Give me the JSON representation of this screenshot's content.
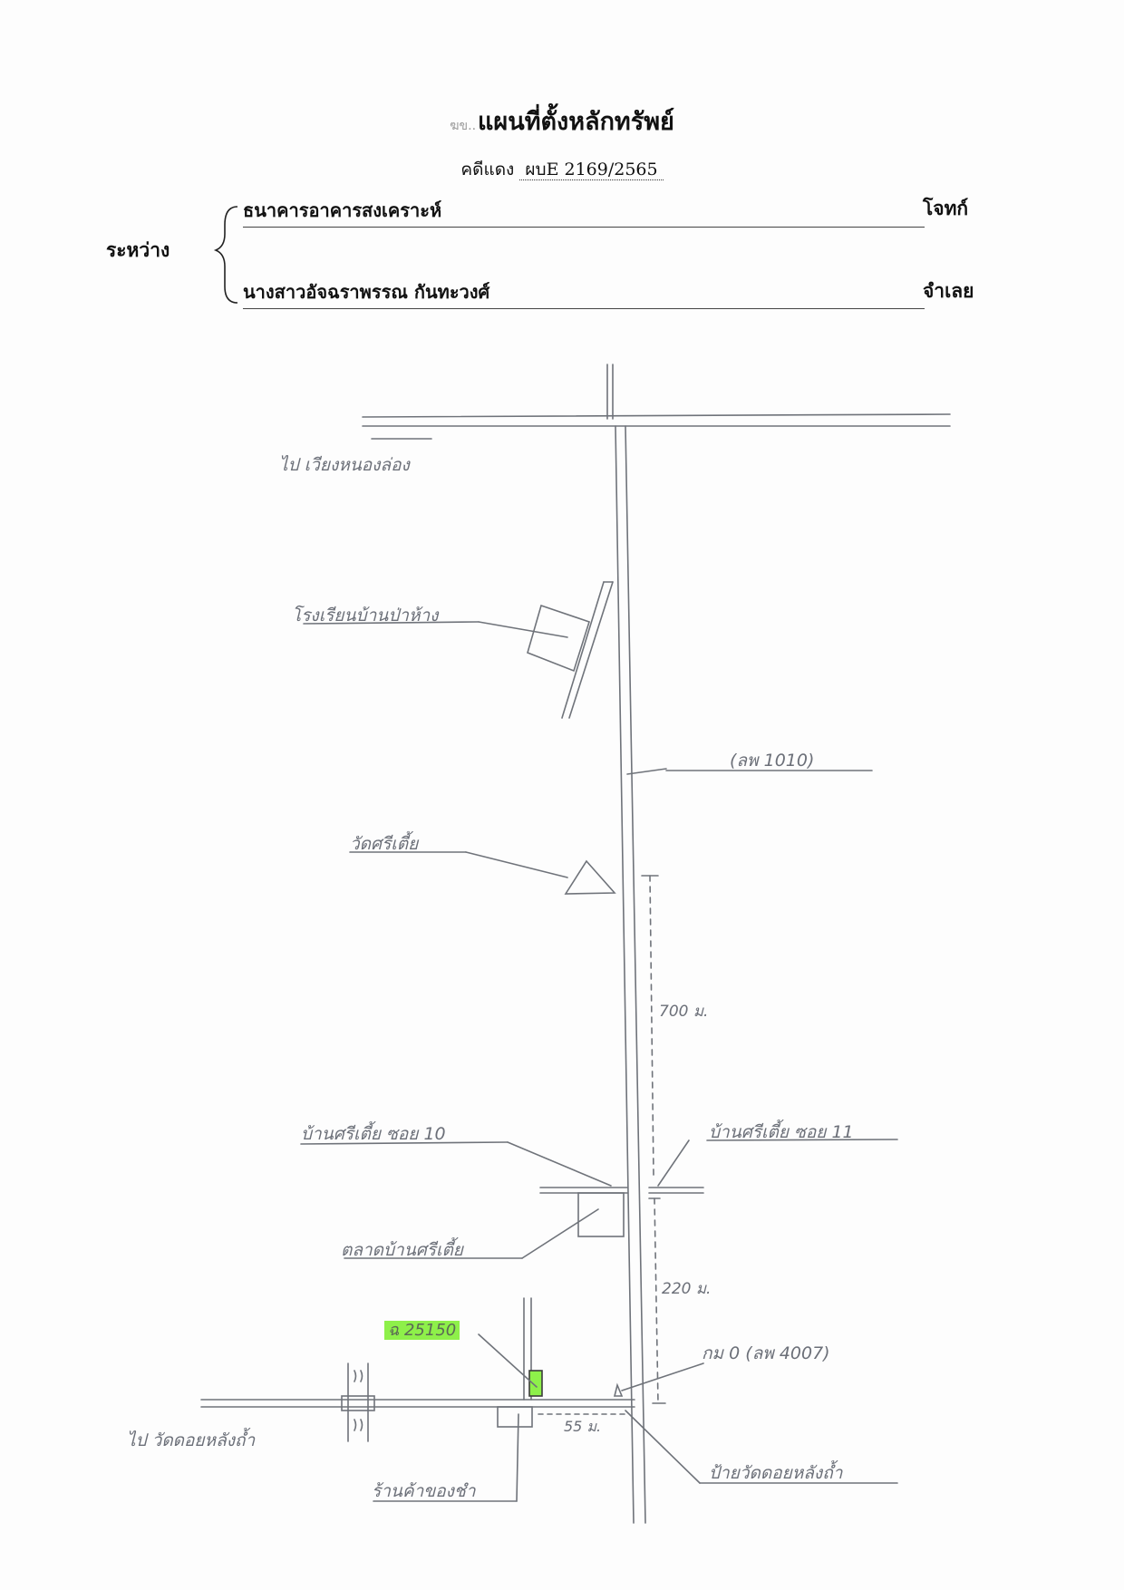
{
  "header": {
    "title_prefix": "ฆข..",
    "title": "แผนที่ตั้งหลักทรัพย์",
    "case_label": "คดีแดง",
    "case_number": "ผบE 2169/2565"
  },
  "parties": {
    "between_label": "ระหว่าง",
    "plaintiff_name": "ธนาคารอาคารสงเคราะห์",
    "plaintiff_role": "โจทก์",
    "defendant_name": "นางสาวอัจฉราพรรณ  กันทะวงศ์",
    "defendant_role": "จำเลย"
  },
  "map_labels": {
    "to_wiang": "ไป เวียงหนองล่อง",
    "factory": "โรงเรียนบ้านป่าห้าง",
    "road_1010": "(ลพ 1010)",
    "temple": "วัดศรีเตี้ย",
    "dist_700": "700 ม.",
    "soi_10": "บ้านศรีเตี้ย ซอย 10",
    "soi_11": "บ้านศรีเตี้ย ซอย 11",
    "market": "ตลาดบ้านศรีเตี้ย",
    "dist_220": "220 ม.",
    "property": "ฉ 25150",
    "km_0": "กม 0 (ลพ 4007)",
    "to_temple_left": "ไป วัดดอยหลังถ้ำ",
    "dist_55": "55 ม.",
    "shop": "ร้านค้าของชำ",
    "sign": "ป้ายวัดดอยหลังถ้ำ"
  }
}
